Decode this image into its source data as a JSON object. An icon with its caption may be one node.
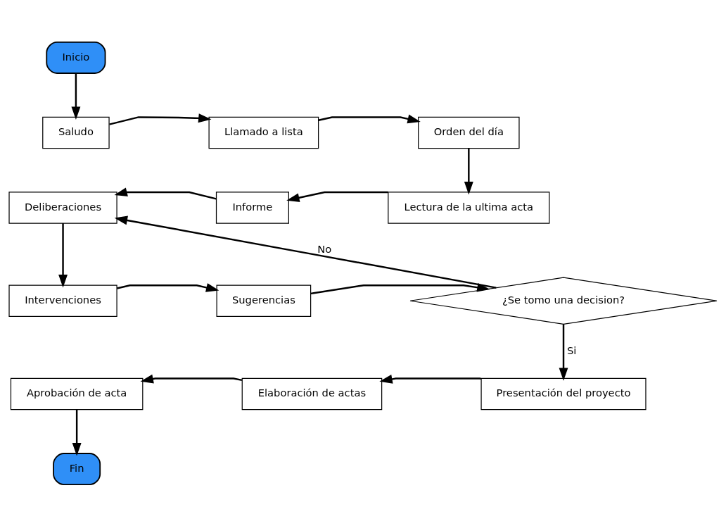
{
  "diagram": {
    "nodes": [
      {
        "text": [
          "Inicio"
        ]
      },
      {
        "text": [
          "Saludo"
        ]
      },
      {
        "text": [
          "Llamado a lista"
        ]
      },
      {
        "text": [
          "Orden del día"
        ]
      },
      {
        "text": [
          "Lectura de la ultima acta"
        ]
      },
      {
        "text": [
          "Informe"
        ]
      },
      {
        "text": [
          "Deliberaciones"
        ]
      },
      {
        "text": [
          "Intervenciones"
        ]
      },
      {
        "text": [
          "Sugerencias"
        ]
      },
      {
        "text": [
          "¿Se tomo una decision?"
        ]
      },
      {
        "text": [
          "Presentación del proyecto"
        ]
      },
      {
        "text": [
          "Elaboración de actas"
        ]
      },
      {
        "text": [
          "Aprobación de acta"
        ]
      },
      {
        "text": [
          "Fin"
        ]
      }
    ],
    "edges": [
      {
        "from": 0,
        "to": 1,
        "arrow": "to"
      },
      {
        "from": 1,
        "to": 2,
        "arrow": "to"
      },
      {
        "from": 2,
        "to": 3,
        "arrow": "to"
      },
      {
        "from": 3,
        "to": 4,
        "arrow": "to"
      },
      {
        "from": 4,
        "to": 5,
        "arrow": "to"
      },
      {
        "from": 5,
        "to": 6,
        "arrow": "to"
      },
      {
        "from": 6,
        "to": 7,
        "arrow": "to"
      },
      {
        "from": 7,
        "to": 8,
        "arrow": "to"
      },
      {
        "from": 8,
        "to": 9,
        "arrow": "to"
      },
      {
        "from": 9,
        "to": 6,
        "arrow": "to",
        "label": "No"
      },
      {
        "from": 9,
        "to": 10,
        "arrow": "to",
        "label": "Si"
      },
      {
        "from": 10,
        "to": 11,
        "arrow": "to"
      },
      {
        "from": 11,
        "to": 12,
        "arrow": "to"
      },
      {
        "from": 12,
        "to": 13,
        "arrow": "to"
      }
    ]
  }
}
